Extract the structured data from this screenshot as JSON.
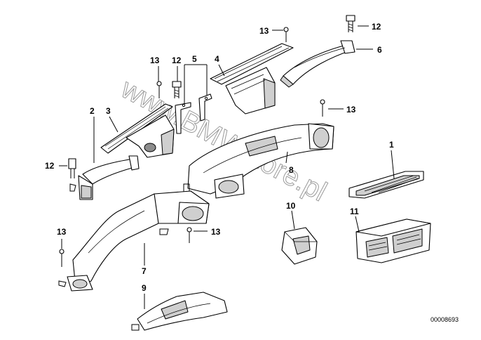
{
  "watermark": "www.BMWstore.pl",
  "diagram_code": "00008693",
  "callouts": {
    "c1": "1",
    "c2": "2",
    "c3": "3",
    "c4": "4",
    "c5": "5",
    "c6": "6",
    "c7": "7",
    "c8": "8",
    "c9": "9",
    "c10": "10",
    "c11": "11",
    "c12_top": "12",
    "c12_mid": "12",
    "c12_left": "12",
    "c13_top": "13",
    "c13_mid": "13",
    "c13_right": "13",
    "c13_center": "13",
    "c13_left": "13"
  }
}
